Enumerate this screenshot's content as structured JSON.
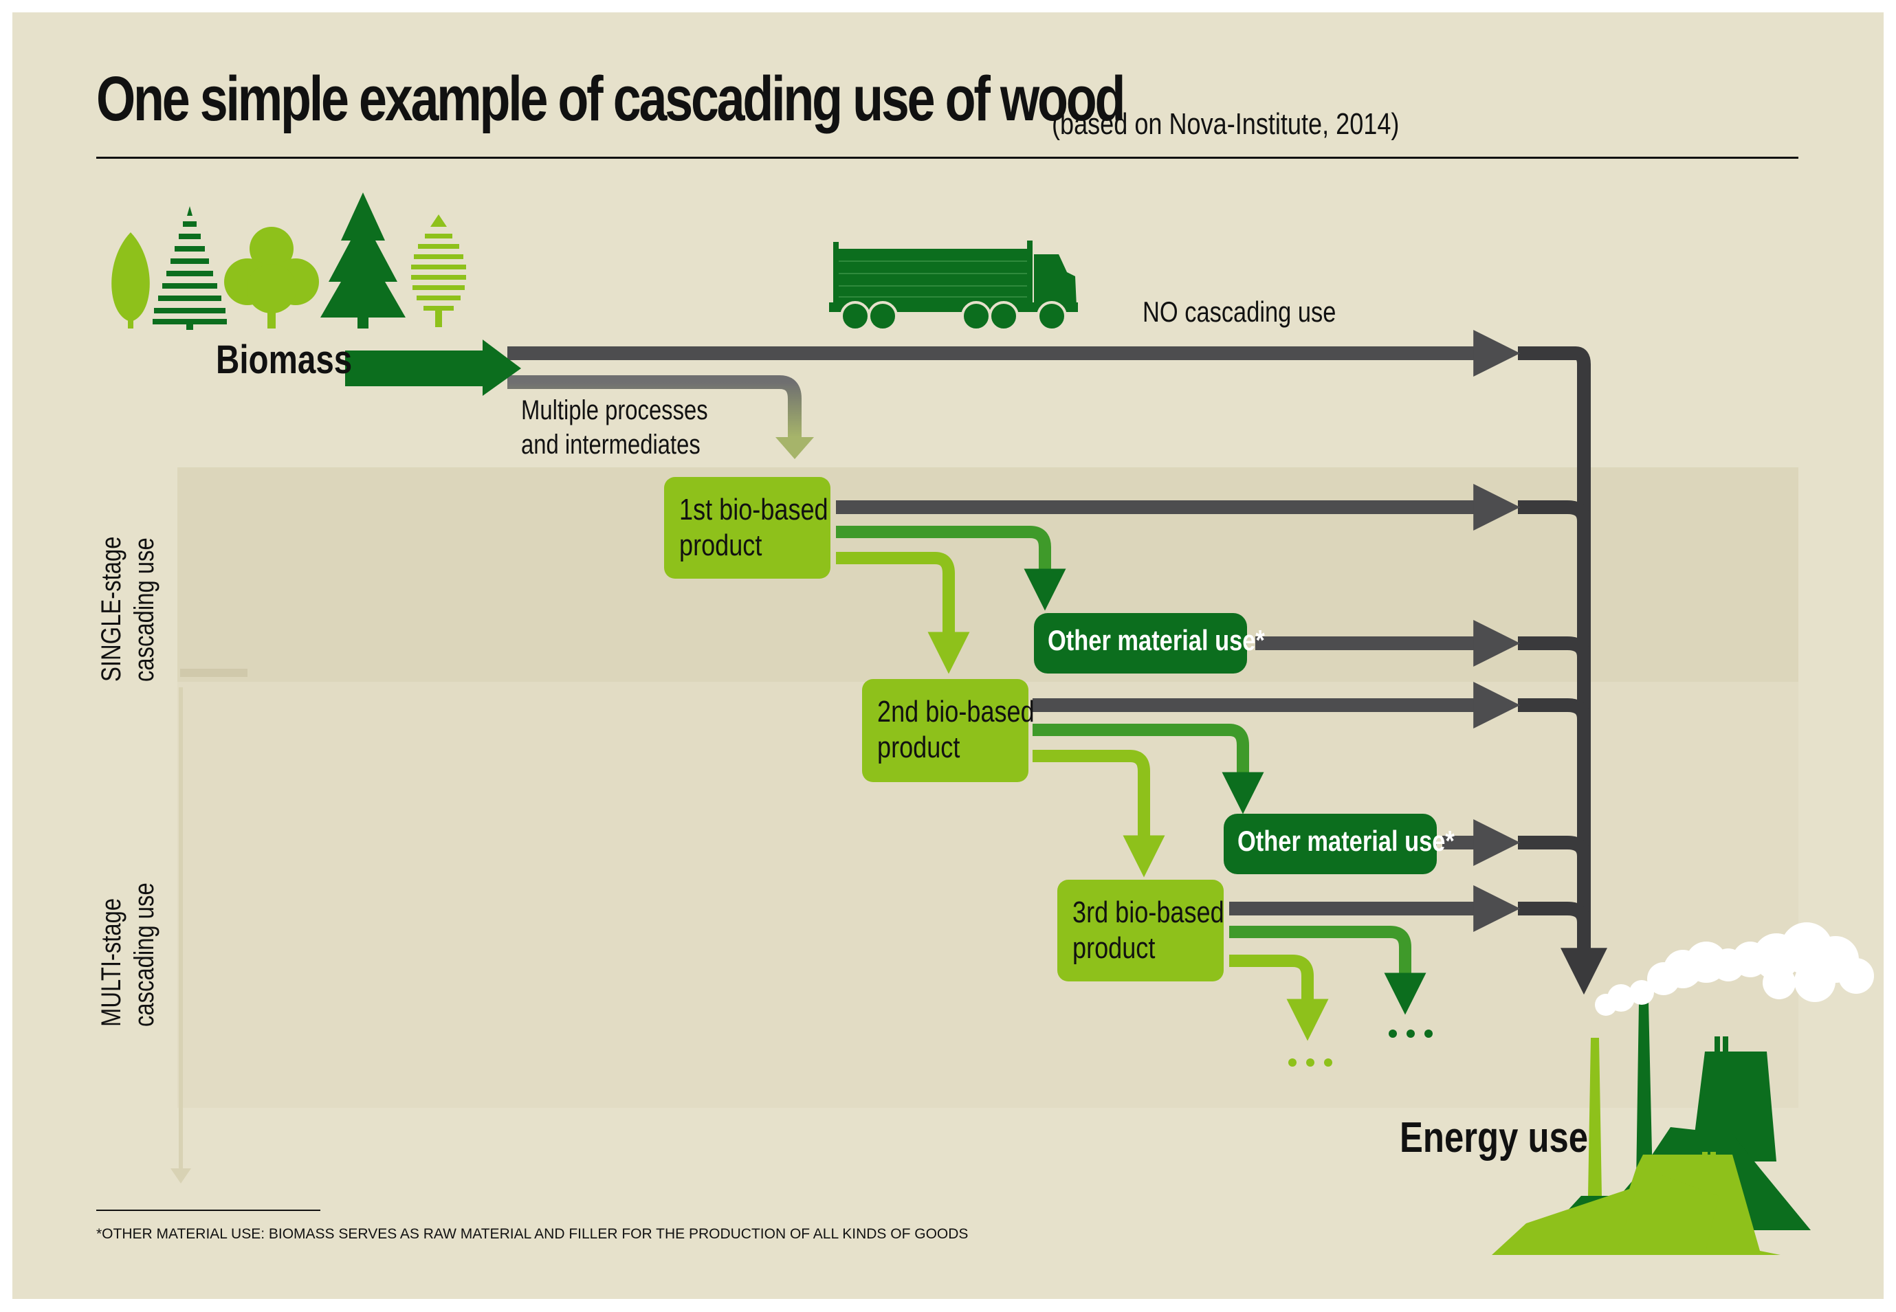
{
  "title": "One simple example of cascading use of wood",
  "subtitle": "(based on Nova-Institute, 2014)",
  "labels": {
    "biomass": "Biomass",
    "no_cascading": "NO cascading use",
    "processes_line1": "Multiple processes",
    "processes_line2": "and intermediates",
    "single_stage_line1": "SINGLE-stage",
    "single_stage_line2": "cascading use",
    "multi_stage_line1": "MULTI-stage",
    "multi_stage_line2": "cascading use",
    "energy_use": "Energy use",
    "ellipsis": "..."
  },
  "products": [
    {
      "line1": "1st bio-based",
      "line2": "product"
    },
    {
      "line1": "2nd bio-based",
      "line2": "product"
    },
    {
      "line1": "3rd bio-based",
      "line2": "product"
    }
  ],
  "other_material": [
    "Other material use*",
    "Other material use*"
  ],
  "footnote": "*OTHER MATERIAL USE: BIOMASS SERVES AS RAW MATERIAL AND FILLER FOR THE PRODUCTION OF ALL KINDS OF GOODS",
  "icons": [
    "tree-icons",
    "truck-icon",
    "factory-icon",
    "smoke-clouds-icon"
  ],
  "colors": {
    "background": "#e6e1cb",
    "dark_green": "#0c6e1e",
    "light_green": "#8ec11b",
    "grey_arrow": "#4d4d4f",
    "title_text": "#111111"
  }
}
